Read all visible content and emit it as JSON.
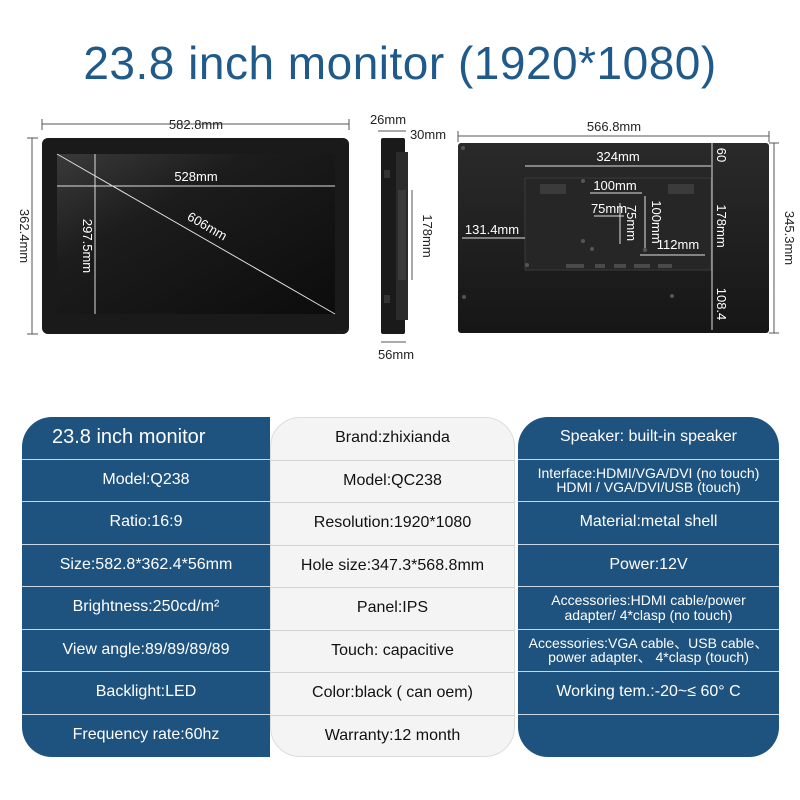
{
  "title": "23.8 inch monitor (1920*1080)",
  "dimensions": {
    "front_width": "582.8mm",
    "front_height": "362.4mm",
    "screen_width": "528mm",
    "screen_height": "297.5mm",
    "diagonal": "606mm",
    "side_top": "26mm",
    "side_top2": "30mm",
    "side_height": "178mm",
    "side_bottom": "56mm",
    "back_width": "566.8mm",
    "back_height": "345.3mm",
    "back_left": "131.4mm",
    "back_324": "324mm",
    "back_60": "60",
    "back_178": "178mm",
    "back_108": "108.4",
    "vesa_100w": "100mm",
    "vesa_75w": "75mm",
    "vesa_75h": "75mm",
    "vesa_100h": "100mm",
    "vesa_112": "112mm"
  },
  "table": {
    "left": [
      "23.8 inch monitor",
      "Model:Q238",
      "Ratio:16:9",
      "Size:582.8*362.4*56mm",
      "Brightness:250cd/m²",
      "View angle:89/89/89/89",
      "Backlight:LED",
      "Frequency rate:60hz"
    ],
    "middle": [
      "Brand:zhixianda",
      "Model:QC238",
      "Resolution:1920*1080",
      "Hole size:347.3*568.8mm",
      "Panel:IPS",
      "Touch: capacitive",
      "Color:black ( can oem)",
      "Warranty:12 month"
    ],
    "right": {
      "speaker": "Speaker: built-in speaker",
      "interface_1": "Interface:HDMI/VGA/DVI (no touch)",
      "interface_2": "HDMI / VGA/DVI/USB (touch)",
      "material": "Material:metal shell",
      "power": "Power:12V",
      "acc1_1": "Accessories:HDMI cable/power",
      "acc1_2": "adapter/ 4*clasp (no touch)",
      "acc2_1": "Accessories:VGA cable、USB cable、",
      "acc2_2": "power adapter、 4*clasp (touch)",
      "working": "Working tem.:-20~≤ 60° C",
      "empty": ""
    }
  }
}
